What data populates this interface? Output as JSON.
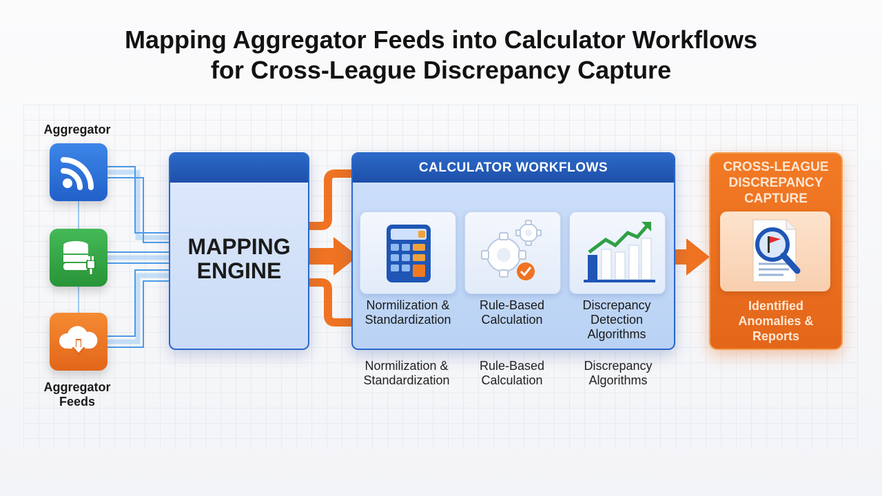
{
  "title": {
    "line1": "Mapping Aggregator Feeds into Calculator Workflows",
    "line2": "for Cross-League Discrepancy Capture"
  },
  "sources": {
    "top_label": "Aggregator",
    "bottom_label": "Aggregator Feeds",
    "icons": [
      {
        "name": "rss-feed-icon",
        "color": "#2f73d9"
      },
      {
        "name": "database-plug-icon",
        "color": "#33a845"
      },
      {
        "name": "cloud-download-icon",
        "color": "#f07a22"
      }
    ]
  },
  "mapping_engine": {
    "line1": "MAPPING",
    "line2": "ENGINE"
  },
  "workflows": {
    "header": "CALCULATOR WORKFLOWS",
    "steps": [
      {
        "icon": "calculator-icon",
        "line1": "Normilization &",
        "line2": "Standardization"
      },
      {
        "icon": "gears-check-icon",
        "line1": "Rule-Based",
        "line2": "Calculation"
      },
      {
        "icon": "growth-chart-icon",
        "line1": "Discrepancy",
        "line2": "Detection",
        "line3": "Algorithms"
      }
    ],
    "under_labels": [
      {
        "line1": "Normilization &",
        "line2": "Standardization"
      },
      {
        "line1": "Rule-Based",
        "line2": "Calculation"
      },
      {
        "line1": "Discrepancy",
        "line2": "Algorithms"
      }
    ]
  },
  "capture": {
    "line1": "CROSS-LEAGUE",
    "line2": "DISCREPANCY",
    "line3": "CAPTURE",
    "icon": "report-magnifier-icon",
    "foot1": "Identified",
    "foot2": "Anomalies &",
    "foot3": "Reports"
  },
  "colors": {
    "blue_accent": "#1d4fa8",
    "orange_accent": "#ef7322",
    "green_accent": "#33a845"
  }
}
